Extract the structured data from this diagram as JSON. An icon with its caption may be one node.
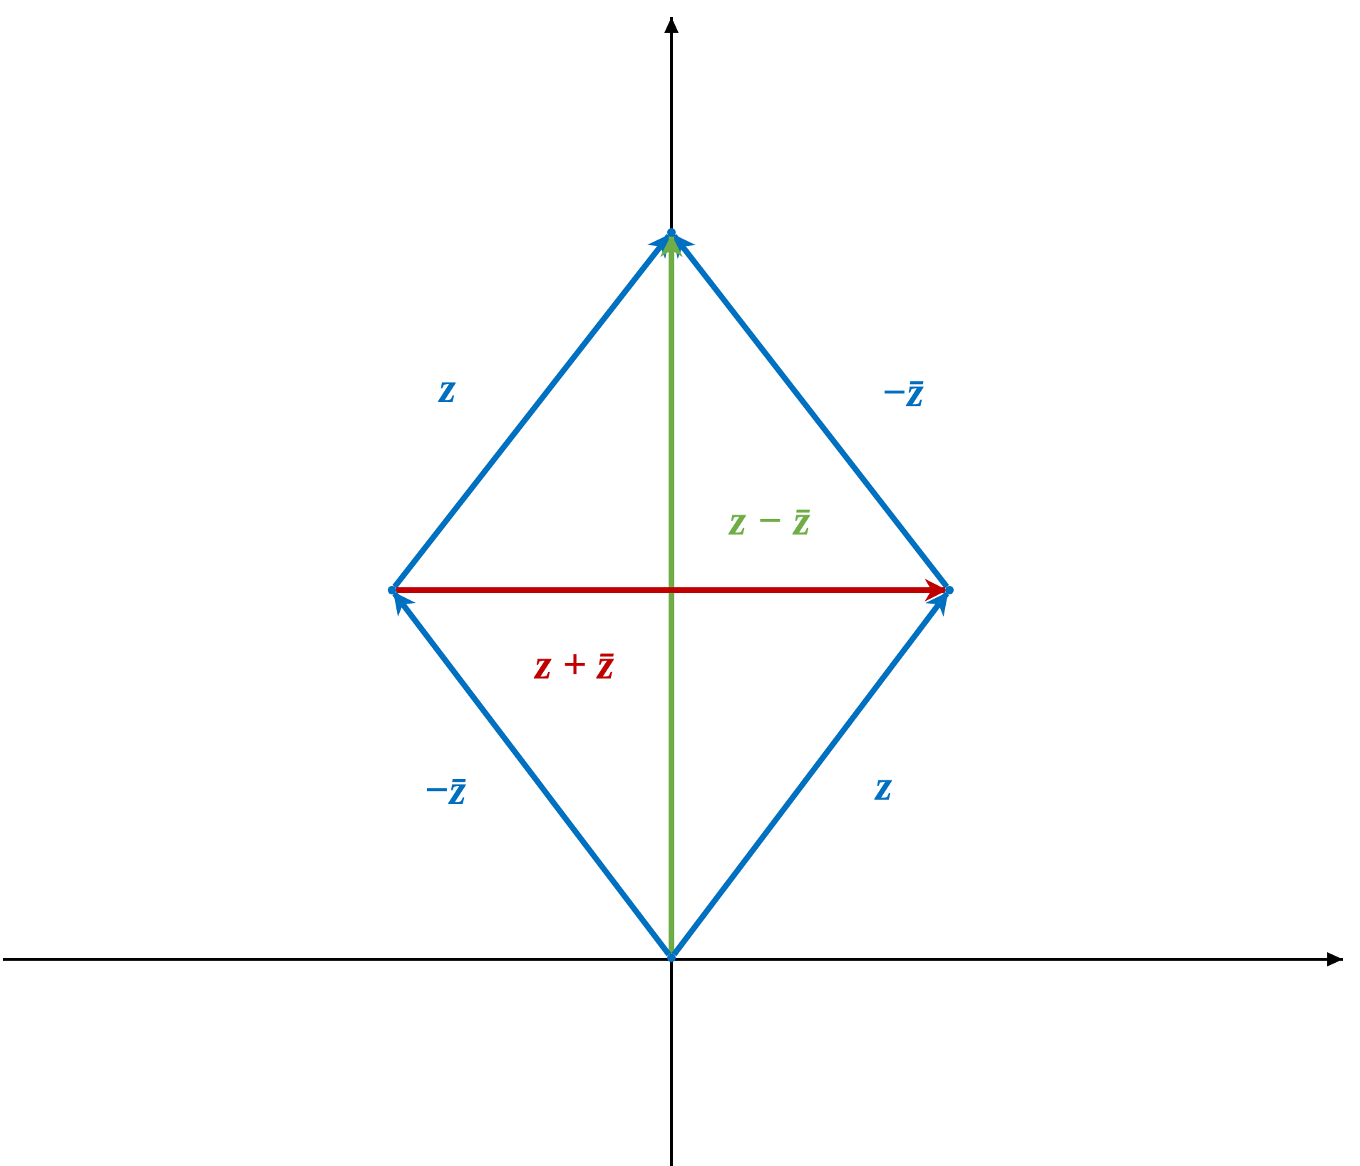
{
  "diagram": {
    "nodes": [
      {
        "text": [],
        "shape": "point"
      },
      {
        "text": [],
        "shape": "point"
      },
      {
        "text": [],
        "shape": "point"
      },
      {
        "text": [],
        "shape": "point"
      }
    ],
    "edges": [
      {
        "from": 1,
        "to": 0,
        "arrow": "to",
        "label": "z"
      },
      {
        "from": 2,
        "to": 0,
        "arrow": "to",
        "label": "−z̄"
      },
      {
        "from": 3,
        "to": 0,
        "arrow": "to",
        "label": "z − z̄",
        "color": "#70ad47"
      },
      {
        "from": 1,
        "to": 2,
        "arrow": "to",
        "label": "z + z̄",
        "color": "#c00000"
      },
      {
        "from": 3,
        "to": 1,
        "arrow": "to",
        "label": "−z̄"
      },
      {
        "from": 3,
        "to": 2,
        "arrow": "to",
        "label": "z"
      }
    ]
  }
}
